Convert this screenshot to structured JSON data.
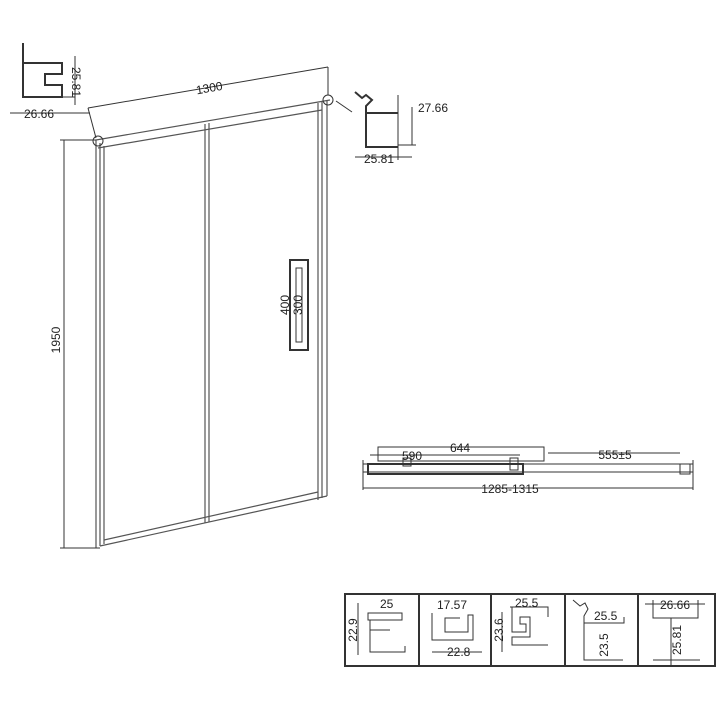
{
  "door": {
    "width_label": "1300",
    "height_label": "1950",
    "handle_outer": "400",
    "handle_inner": "300"
  },
  "profile_top_left": {
    "width": "26.66",
    "height": "25.81"
  },
  "profile_top_right": {
    "height": "27.66",
    "width": "25.81"
  },
  "plan_view": {
    "panel_width": "644",
    "glass_width": "590",
    "opening": "555±5",
    "total_range": "1285-1315"
  },
  "profiles": [
    {
      "width": "25",
      "height": "22.9"
    },
    {
      "width": "17.57",
      "bottom": "22.8"
    },
    {
      "width": "25.5",
      "height": "23.6"
    },
    {
      "width": "25.5",
      "height": "23.5"
    },
    {
      "width": "26.66",
      "height": "25.81"
    }
  ]
}
